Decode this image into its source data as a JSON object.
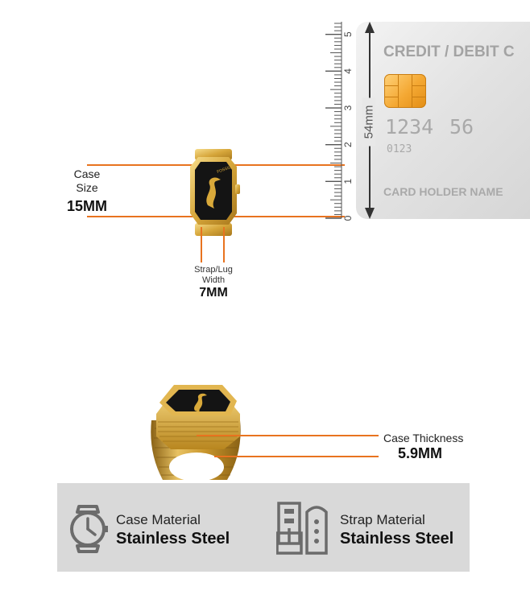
{
  "case_size": {
    "label_line1": "Case",
    "label_line2": "Size",
    "value": "15MM"
  },
  "strap_width": {
    "label_line1": "Strap/Lug",
    "label_line2": "Width",
    "value": "7MM"
  },
  "thickness": {
    "label": "Case Thickness",
    "value": "5.9MM"
  },
  "card": {
    "header": "CREDIT / DEBIT C",
    "number_a": "1234",
    "number_b": "56",
    "small_number": "0123",
    "holder": "CARD HOLDER NAME",
    "height_label": "54mm"
  },
  "ruler": {
    "ticks": [
      "5",
      "4",
      "3",
      "2",
      "1",
      "0"
    ]
  },
  "watch_logo": "FOSSIL",
  "materials": {
    "case": {
      "title": "Case Material",
      "value": "Stainless Steel"
    },
    "strap": {
      "title": "Strap Material",
      "value": "Stainless Steel"
    }
  },
  "colors": {
    "accent": "#e8731f",
    "gold": "#d9a93a",
    "panel": "#d9d9d9",
    "icon": "#6b6b6b"
  }
}
